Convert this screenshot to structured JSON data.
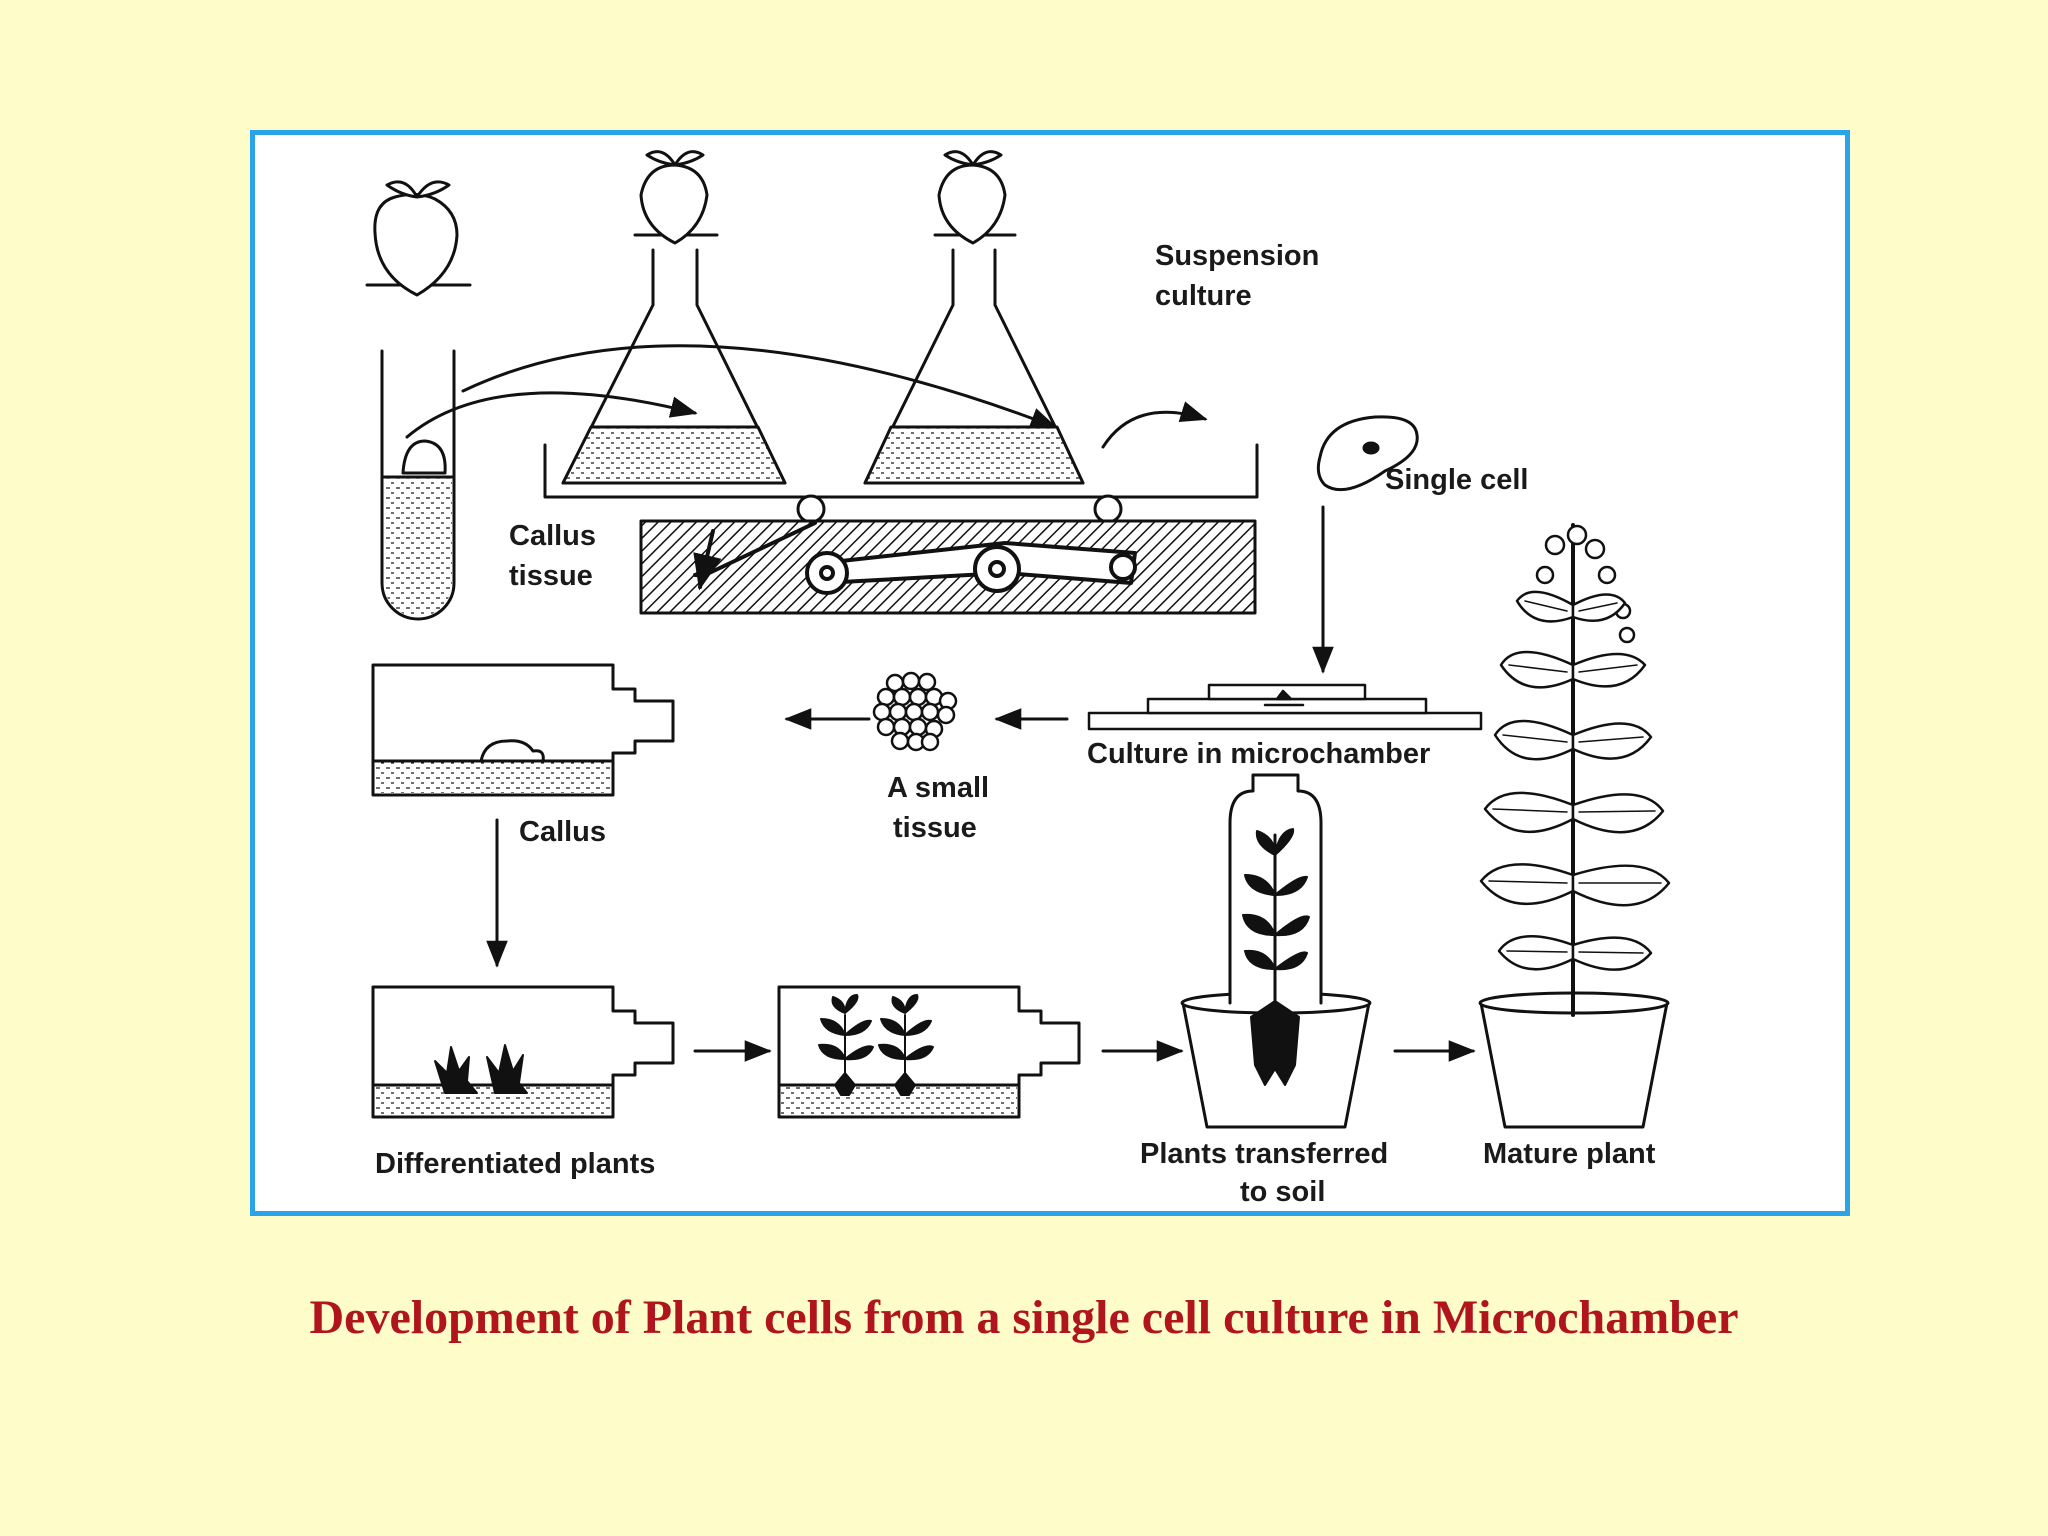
{
  "diagram": {
    "labels": {
      "suspension_culture_1": "Suspension",
      "suspension_culture_2": "culture",
      "single_cell": "Single cell",
      "callus_tissue_1": "Callus",
      "callus_tissue_2": "tissue",
      "culture_in_microchamber": "Culture in microchamber",
      "a_small_tissue_1": "A small",
      "a_small_tissue_2": "tissue",
      "callus": "Callus",
      "differentiated_plants": "Differentiated plants",
      "plants_transferred_1": "Plants transferred",
      "plants_transferred_2": "to soil",
      "mature_plant": "Mature plant"
    }
  },
  "caption": "Development of Plant cells from a single cell culture in Microchamber",
  "colors": {
    "page_background": "#fefcc9",
    "frame_border": "#2aa4e8",
    "caption_text": "#b0141c"
  }
}
